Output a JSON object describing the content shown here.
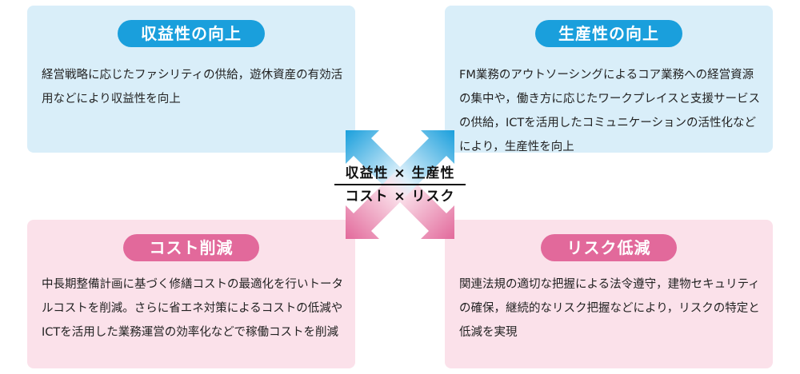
{
  "panels": {
    "top_left": {
      "title": "収益性の向上",
      "description": "経営戦略に応じたファシリティの供給，遊休資産の有効活用などにより収益性を向上"
    },
    "top_right": {
      "title": "生産性の向上",
      "description": "FM業務のアウトソーシングによるコア業務への経営資源の集中や，働き方に応じたワークプレイスと支援サービスの供給，ICTを活用したコミュニケーションの活性化などにより，生産性を向上"
    },
    "bottom_left": {
      "title": "コスト削減",
      "description": "中長期整備計画に基づく修繕コストの最適化を行いトータルコストを削減。さらに省エネ対策によるコストの低減やICTを活用した業務運営の効率化などで稼働コストを削減"
    },
    "bottom_right": {
      "title": "リスク低減",
      "description": "関連法規の適切な把握による法令遵守，建物セキュリティの確保，継続的なリスク把握などにより，リスクの特定と低減を実現"
    }
  },
  "center": {
    "top_line": "収益性 × 生産性",
    "bottom_line": "コスト × リスク"
  },
  "colors": {
    "blue_panel": "#d9eef9",
    "pink_panel": "#fbe1ea",
    "blue_accent": "#1a9fdc",
    "pink_accent": "#e2699b"
  }
}
